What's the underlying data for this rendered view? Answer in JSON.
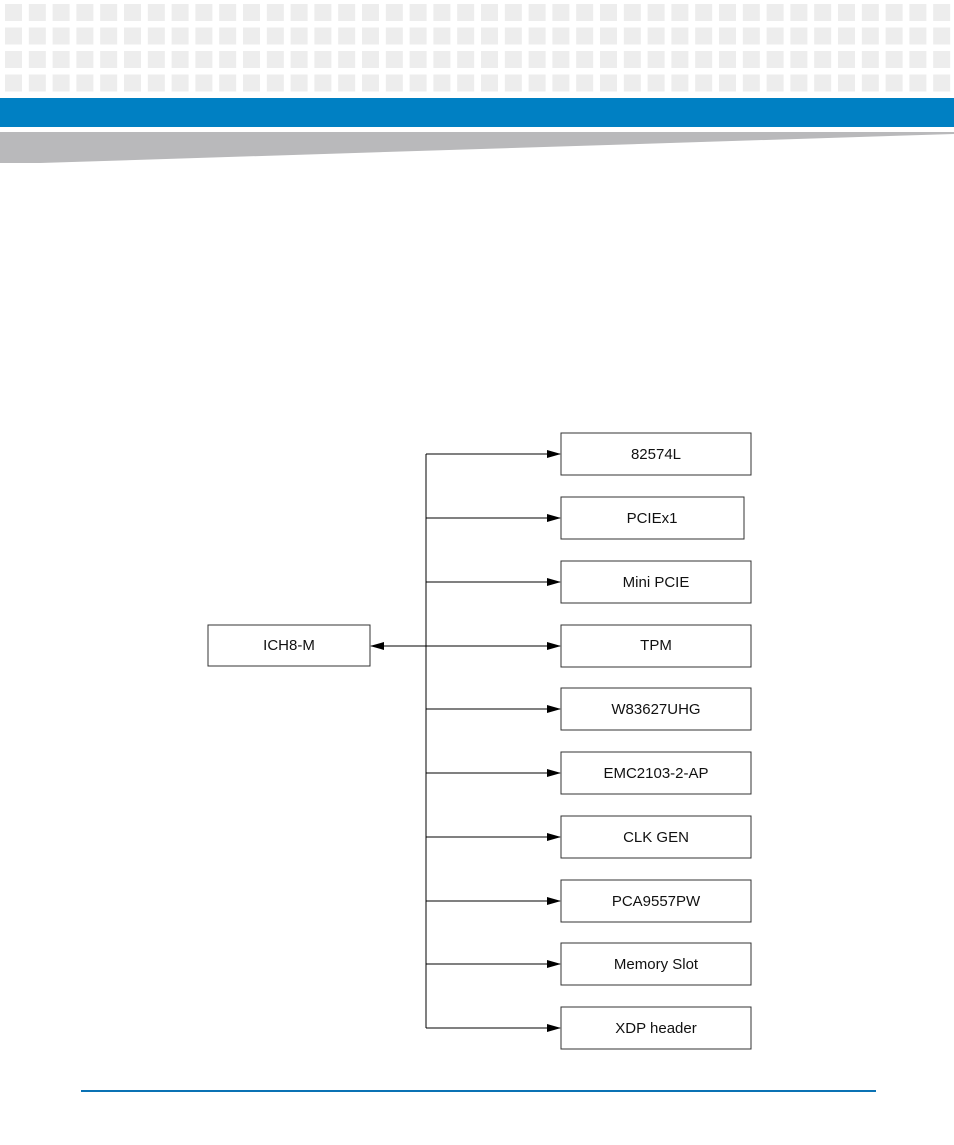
{
  "colors": {
    "brand_blue": "#0080c3",
    "swoosh_gray": "#b9b9bb",
    "pattern_gray": "#ededed",
    "line": "#000000",
    "box_border": "#333333",
    "footer_rule": "#0a72b4"
  },
  "diagram": {
    "source": {
      "label": "ICH8-M"
    },
    "targets": [
      {
        "label": "82574L"
      },
      {
        "label": "PCIEx1"
      },
      {
        "label": "Mini PCIE"
      },
      {
        "label": "TPM"
      },
      {
        "label": "W83627UHG"
      },
      {
        "label": "EMC2103-2-AP"
      },
      {
        "label": "CLK GEN"
      },
      {
        "label": "PCA9557PW"
      },
      {
        "label": "Memory Slot"
      },
      {
        "label": "XDP header"
      }
    ]
  }
}
